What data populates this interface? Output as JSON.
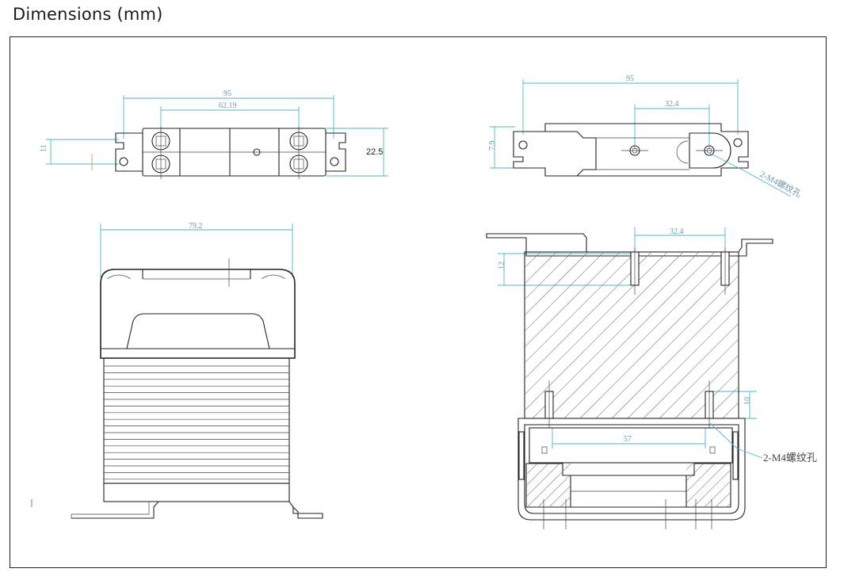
{
  "header": {
    "title": "Dimensions (mm)"
  },
  "views": {
    "top_left": {
      "width_overall": "95",
      "hole_spacing": "62.19",
      "height": "22.5",
      "side_dim": "11"
    },
    "top_right": {
      "width_overall": "95",
      "hole_spacing": "32.4",
      "side_dim": "7.9",
      "callout": "2-M4螺纹孔"
    },
    "front_left": {
      "width": "79.2"
    },
    "section_right": {
      "hole_spacing": "32.4",
      "depth_top": "12",
      "depth_bottom": "10",
      "rail_width": "57",
      "callout": "2-M4螺纹孔"
    }
  },
  "colors": {
    "dimension": "#4fb7c9",
    "line": "#222222"
  }
}
